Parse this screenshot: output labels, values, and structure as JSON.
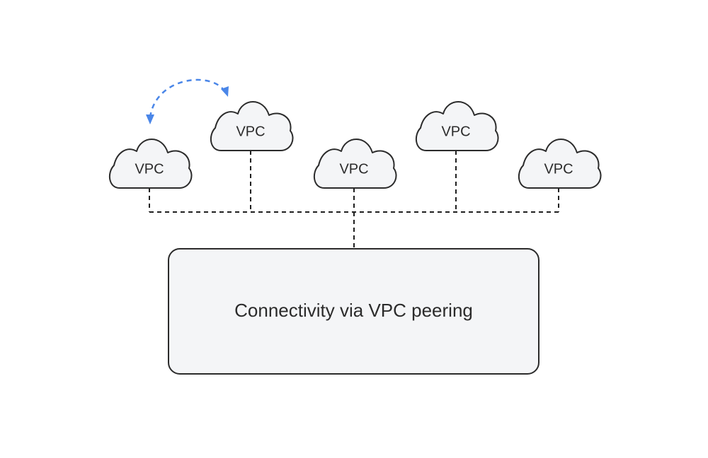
{
  "diagram": {
    "nodes": [
      {
        "label": "VPC"
      },
      {
        "label": "VPC"
      },
      {
        "label": "VPC"
      },
      {
        "label": "VPC"
      },
      {
        "label": "VPC"
      }
    ],
    "hub": {
      "label": "Connectivity via VPC peering"
    },
    "colors": {
      "node_fill": "#f4f5f7",
      "outline": "#2b2b2b",
      "peering_arrow": "#4a86e8"
    }
  }
}
